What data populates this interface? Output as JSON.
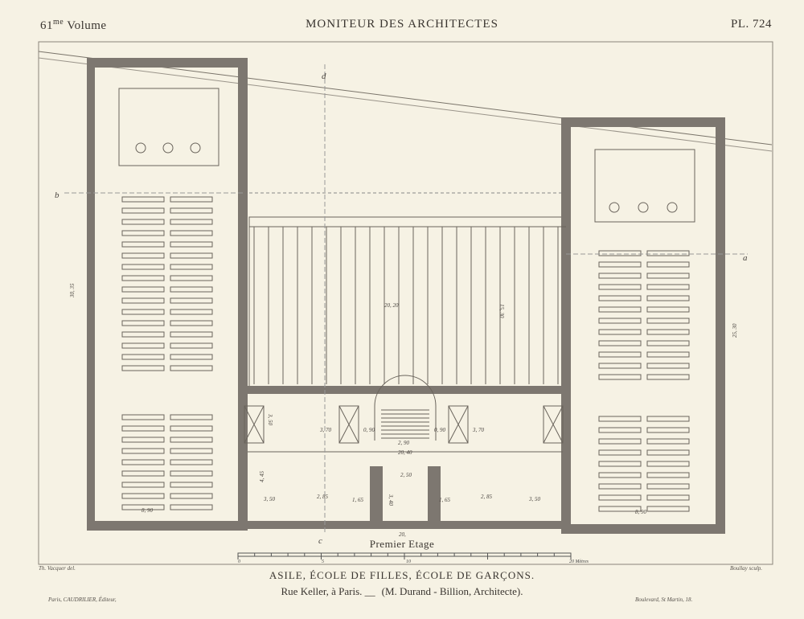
{
  "header": {
    "volume_num": "61",
    "volume_sup": "me",
    "volume_word": "Volume",
    "journal": "MONITEUR DES ARCHITECTES",
    "plate": "PL. 724"
  },
  "plan": {
    "floor_label": "Premier Etage",
    "section_marks": [
      "d",
      "c",
      "b",
      "a"
    ],
    "dimensions": {
      "court_width": "20, 20",
      "court_depth": "15, 30",
      "left_depth": "30, 35",
      "right_depth": "25, 30",
      "left_bottom": "8, 90",
      "right_bottom": "8, 90",
      "front": "20,",
      "mid_width": "20, 40",
      "room_a": "3, 70",
      "room_b": "3, 70",
      "stair_a": "2, 90",
      "stair_b": "0, 90",
      "stair_c": "0, 90",
      "hall": "2, 50",
      "d1": "3, 50",
      "d2": "2, 85",
      "d3": "1, 65",
      "d4": "1, 65",
      "d5": "2, 85",
      "d6": "3, 50",
      "d7": "4, 45",
      "d8": "3, 40",
      "d9": "3, 50"
    },
    "scale_labels": [
      "0",
      "5",
      "10",
      "20 Mètres"
    ]
  },
  "footer": {
    "draftsman": "Th. Vacquer del.",
    "engraver": "Boullay sculp.",
    "title": "ASILE, ÉCOLE DE FILLES, ÉCOLE DE GARÇONS.",
    "address": "Rue Keller, à Paris. __",
    "architect": "(M. Durand - Billion, Architecte).",
    "publisher": "Paris, CAUDRILIER, Éditeur,",
    "publisher_address": "Boulevard, St Martin, 18."
  }
}
